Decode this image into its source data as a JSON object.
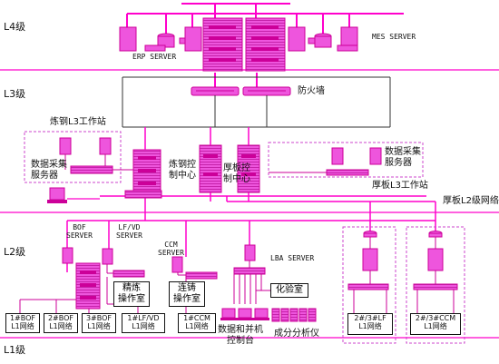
{
  "colors": {
    "network": "#ff00cc",
    "device": "#ee55dd",
    "device_dark": "#cc0099",
    "dashed": "#cc44cc"
  },
  "levels": {
    "l4": "L4级",
    "l3": "L3级",
    "l2": "L2级",
    "l1": "L1级"
  },
  "l4": {
    "erp_server": "ERP SERVER",
    "mes_server": "MES SERVER"
  },
  "l3": {
    "firewall": "防火墙",
    "steel_l3_workstation": "炼钢L3工作站",
    "steel_data_server": "数据采集\n服务器",
    "plate_data_server": "数据采集\n服务器",
    "steel_control_center": "炼钢控\n制中心",
    "plate_control_center": "厚板控\n制中心",
    "plate_l3_workstation": "厚板L3工作站",
    "plate_l2_network": "厚板L2级网络"
  },
  "l2": {
    "bof_server": "BOF\nSERVER",
    "lf_vd_server": "LF/VD\nSERVER",
    "ccm_server": "CCM\nSERVER",
    "lba_server": "LBA SERVER",
    "refining_room": "精炼\n操作室",
    "caster_room": "连铸\n操作室",
    "lab": "化验室",
    "console": "数据和并机\n控制台",
    "analyzer": "成分分析仪"
  },
  "l1_boxes": [
    "1#BOF\nL1网络",
    "2#BOF\nL1网络",
    "3#BOF\nL1网络",
    "1#LF/VD\nL1网络",
    "1#CCM\nL1网络",
    "2#/3#LF\nL1网络",
    "2#/3#CCM\nL1网络"
  ]
}
